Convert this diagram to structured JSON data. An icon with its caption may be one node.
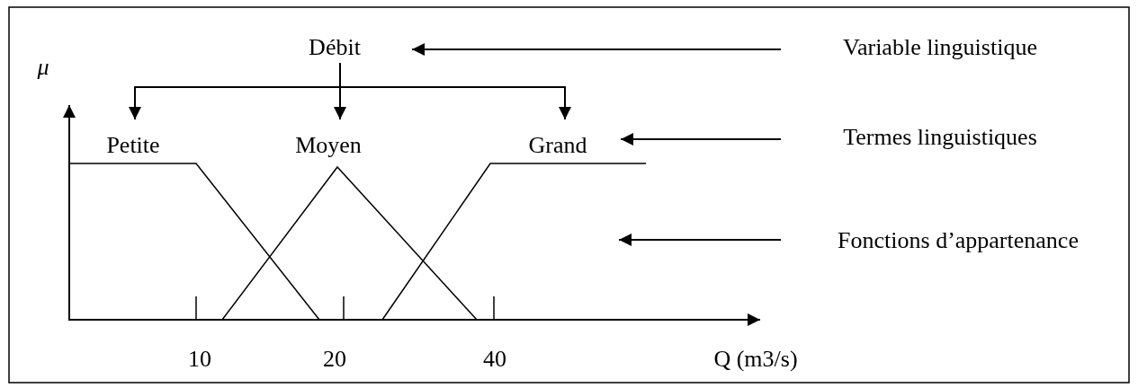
{
  "diagram": {
    "nodes": [
      {
        "text": [
          "Débit"
        ]
      },
      {
        "text": [
          "Petite"
        ]
      },
      {
        "text": [
          "Moyen"
        ]
      },
      {
        "text": [
          "Grand"
        ]
      },
      {
        "text": [
          "Variable linguistique"
        ]
      },
      {
        "text": [
          "Termes linguistiques"
        ]
      },
      {
        "text": [
          "Fonctions d’appartenance"
        ]
      }
    ],
    "edges": [
      {
        "from": 4,
        "to": 0,
        "arrow": "to"
      },
      {
        "from": 0,
        "to": 1,
        "arrow": "to"
      },
      {
        "from": 0,
        "to": 2,
        "arrow": "to"
      },
      {
        "from": 0,
        "to": 3,
        "arrow": "to"
      },
      {
        "from": 5,
        "to": 3,
        "arrow": "to"
      },
      {
        "from": 6,
        "to": null,
        "arrow": "to"
      }
    ],
    "labels": [
      "μ",
      "10",
      "20",
      "40",
      "Q (m3/s)"
    ]
  }
}
